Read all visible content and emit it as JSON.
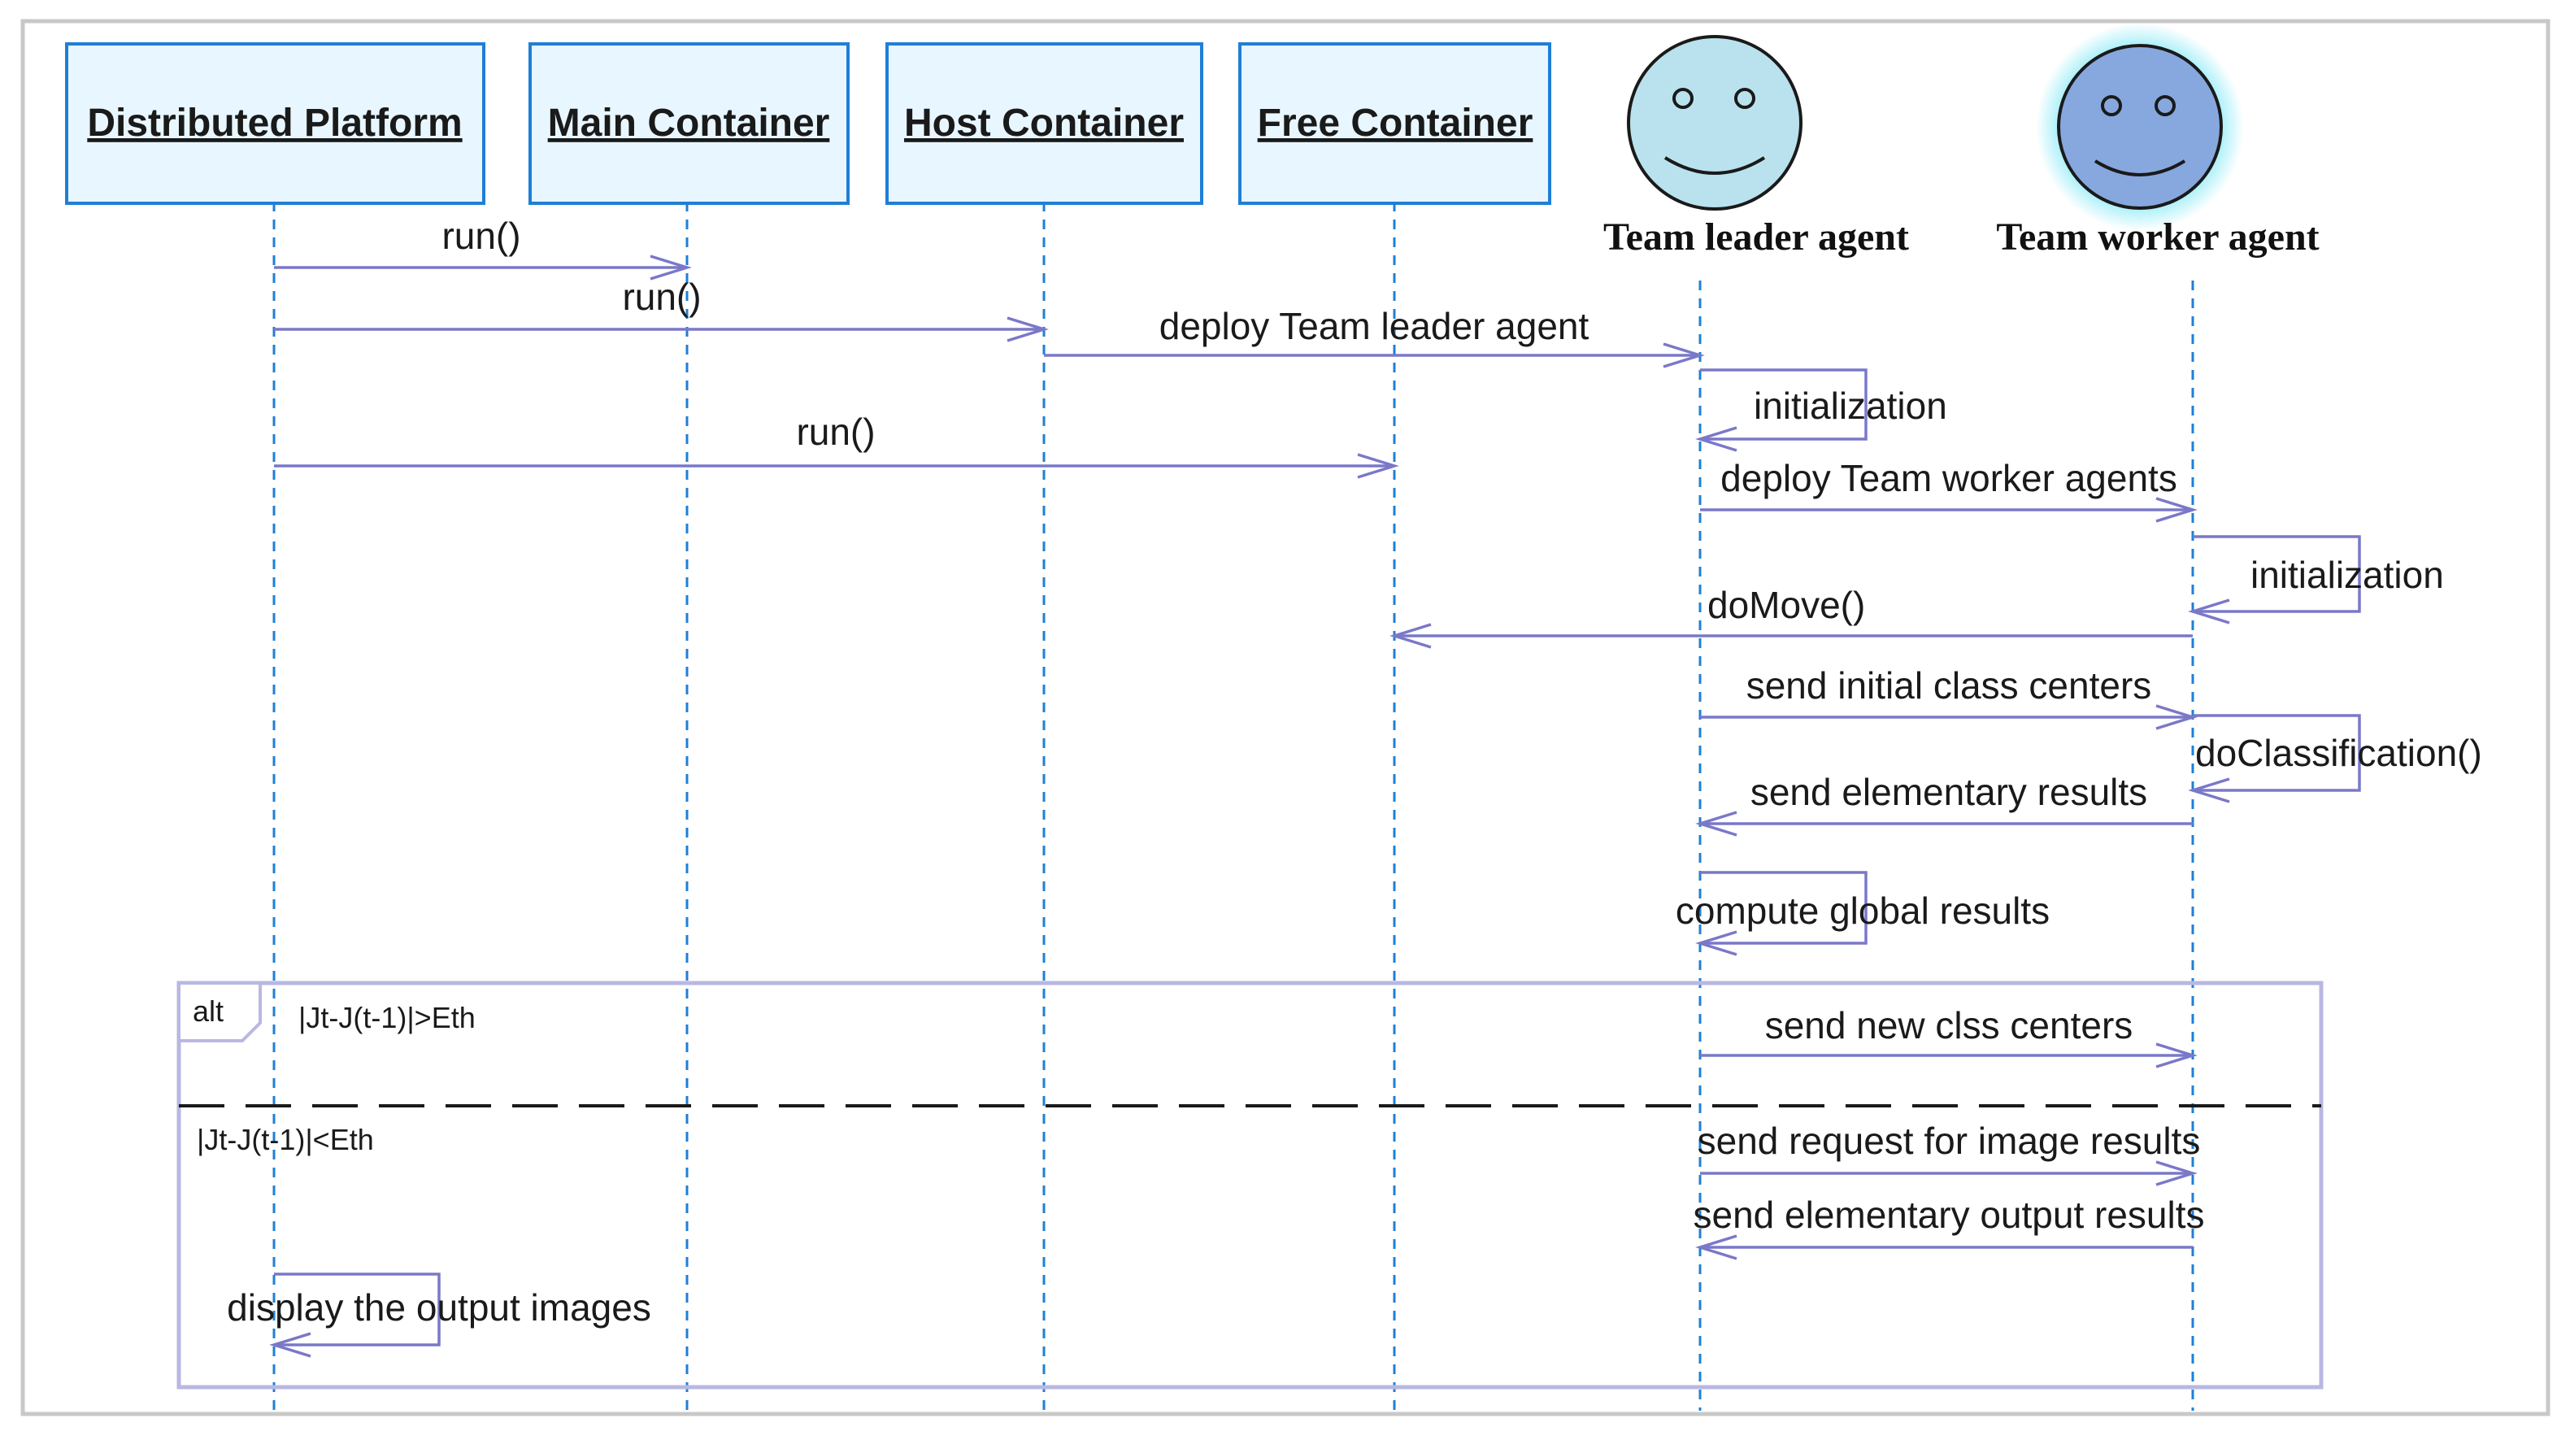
{
  "colors": {
    "lane_fill": "#e8f6ff",
    "lane_stroke": "#1f7fd6",
    "lifeline": "#1f7fd6",
    "message": "#7a78c8",
    "frame": "#b9b7e2",
    "divider": "#1a1a1a",
    "actor_leader_fill": "#b9e2ee",
    "actor_worker_fill": "#86a8de",
    "actor_worker_glow": "#7fe8f6",
    "outer_border": "#c8c8c8"
  },
  "lanes": [
    {
      "id": "distributed-platform",
      "label": "Distributed Platform"
    },
    {
      "id": "main-container",
      "label": "Main Container"
    },
    {
      "id": "host-container",
      "label": "Host Container"
    },
    {
      "id": "free-container",
      "label": "Free Container"
    }
  ],
  "actors": [
    {
      "id": "team-leader-agent",
      "label": "Team leader agent",
      "icon": "smiley-face-icon"
    },
    {
      "id": "team-worker-agent",
      "label": "Team worker agent",
      "icon": "smiley-face-icon"
    }
  ],
  "messages": [
    {
      "label": "run()"
    },
    {
      "label": "run()"
    },
    {
      "label": "deploy Team leader agent"
    },
    {
      "label": "initialization"
    },
    {
      "label": "run()"
    },
    {
      "label": "deploy Team worker agents"
    },
    {
      "label": "initialization"
    },
    {
      "label": "doMove()"
    },
    {
      "label": "send initial class centers"
    },
    {
      "label": "doClassification()"
    },
    {
      "label": "send elementary results"
    },
    {
      "label": "compute global results"
    },
    {
      "label": "send new clss centers"
    },
    {
      "label": "send request for image results"
    },
    {
      "label": "send elementary output results"
    },
    {
      "label": "display the output images"
    }
  ],
  "fragment": {
    "operator": "alt",
    "guard_1": "|Jt-J(t-1)|>Eth",
    "guard_2": "|Jt-J(t-1)|<Eth"
  }
}
